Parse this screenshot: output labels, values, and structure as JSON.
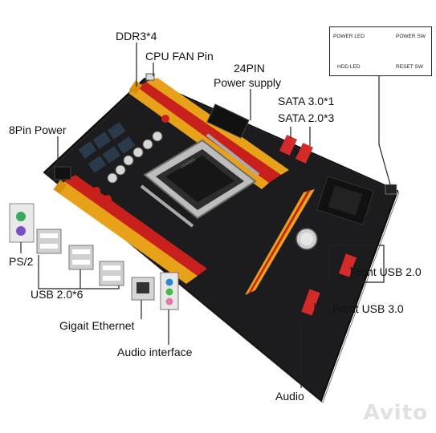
{
  "labels": {
    "ddr": "DDR3*4",
    "cpu_fan": "CPU FAN Pin",
    "pin24": "24PIN",
    "power_supply": "Power supply",
    "sata3": "SATA 3.0*1",
    "sata2": "SATA 2.0*3",
    "pin8": "8Pin Power",
    "ps2": "PS/2",
    "usb20": "USB 2.0*6",
    "ethernet": "Gigait Ethernet",
    "audio_if": "Audio interface",
    "audio": "Audio",
    "front_usb2": "Front USB 2.0",
    "front_usb3": "Front USB 3.0"
  },
  "header_pins": {
    "power_led": "POWER LED",
    "power_sw": "POWER SW",
    "hdd_led": "HDD LED",
    "reset_sw": "RESET SW"
  },
  "socket_text": "LGA2011",
  "watermark": "Avito",
  "colors": {
    "pcb": "#1c1c1e",
    "dimm_orange": "#e8a21a",
    "dimm_red": "#c8201c",
    "sata_red": "#d42a2a",
    "heatsink": "#c9c9c9",
    "watermark": "#c8c8c8"
  }
}
